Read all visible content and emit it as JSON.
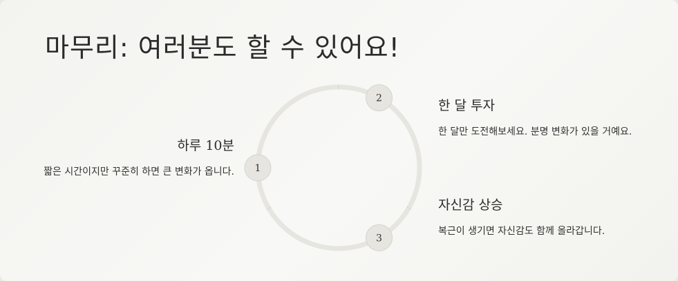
{
  "title": "마무리: 여러분도 할 수 있어요!",
  "cycle": {
    "nodes": [
      "1",
      "2",
      "3"
    ],
    "ring_color": "#e6e5e0",
    "node_fill": "#e6e5e0",
    "node_stroke": "#d4d3cd"
  },
  "steps": [
    {
      "heading_prefix": "하루 ",
      "heading_number": "10",
      "heading_suffix": "분",
      "desc": "짧은 시간이지만 꾸준히 하면 큰 변화가 옵니다."
    },
    {
      "heading": "한 달 투자",
      "desc": "한 달만 도전해보세요. 분명 변화가 있을 거예요."
    },
    {
      "heading": "자신감 상승",
      "desc": "복근이 생기면 자신감도 함께 올라갑니다."
    }
  ]
}
